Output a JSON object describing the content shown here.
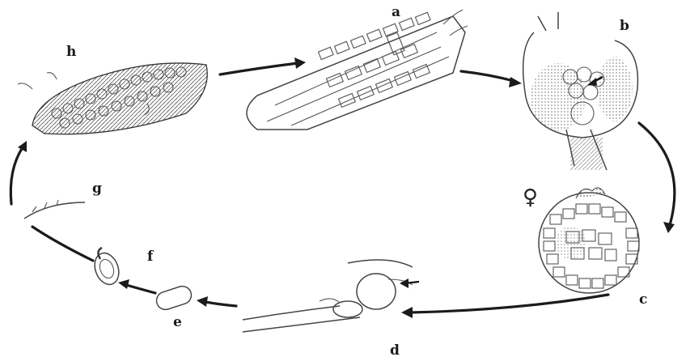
{
  "diagram": {
    "labels": {
      "a": "a",
      "b": "b",
      "c": "c",
      "d": "d",
      "e": "e",
      "f": "f",
      "g": "g",
      "h": "h"
    },
    "female_symbol": "♀",
    "colors": {
      "ink": "#1b1b1b",
      "background": "#ffffff"
    }
  }
}
